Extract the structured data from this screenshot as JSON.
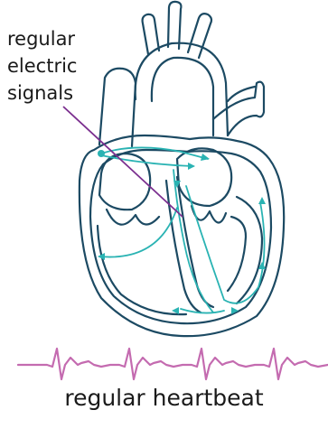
{
  "callout": {
    "lines": [
      "regular",
      "electric",
      "signals"
    ]
  },
  "caption": "regular heartbeat",
  "colors": {
    "outline": "#1c4a63",
    "signal": "#2ab3b3",
    "pointer": "#7b2f8f",
    "ecg": "#c46bb0",
    "text": "#1a1a1a"
  }
}
